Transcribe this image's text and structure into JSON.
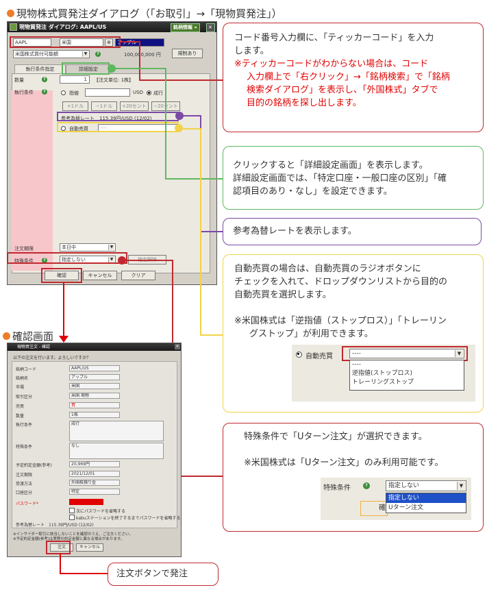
{
  "section1_title": "現物株式買発注ダイアログ（「お取引」→「現物買発注」）",
  "section2_title": "確認画面",
  "order_dialog": {
    "title": "現物買発注 ダイアログ: AAPL/US",
    "stock_info_button": "銘柄情報 »",
    "ticker_value": "AAPL",
    "market_value": "米国",
    "name_value": "アップル",
    "account_select": "米国株式買付可能額",
    "buying_power": "100,000,000 円",
    "regulation_button": "規制あり",
    "tab_exec": "執行条件指定",
    "tab_detail": "詳細設定",
    "qty_label": "数量",
    "qty_value": "1",
    "qty_unit": "【注文単位: 1株】",
    "exec_label": "執行条件",
    "limit_label": "指値",
    "usd_label": "USD",
    "market_label": "成行",
    "price_buttons": [
      "+1ドル",
      "−1ドル",
      "+20セント",
      "−20セント"
    ],
    "fx_rate": "参考為替レート　115.39円/USD (12/02)",
    "auto_trade_label": "自動売買",
    "auto_trade_value": "----",
    "period_label": "注文期限",
    "period_value": "本日中",
    "special_label": "特殊条件",
    "special_value": "指定しない",
    "clear_selection": "指定解除",
    "confirm_button": "確認",
    "cancel_button": "キャンセル",
    "clear_button": "クリア"
  },
  "confirm_dialog": {
    "title": "現物買注文 - 確認",
    "intro": "以下の注文を行います。よろしいですか？",
    "rows": [
      {
        "label": "銘柄コード",
        "value": "AAPL/US"
      },
      {
        "label": "銘柄名",
        "value": "アップル"
      },
      {
        "label": "市場",
        "value": "米国"
      },
      {
        "label": "取引区分",
        "value": "米国 現物"
      },
      {
        "label": "売買",
        "value": "買"
      },
      {
        "label": "数量",
        "value": "1株"
      },
      {
        "label": "執行条件",
        "value": "成行"
      },
      {
        "label": "特殊条件",
        "value": "なし"
      },
      {
        "label": "予定約定金額(参考)",
        "value": "20,969円"
      },
      {
        "label": "注文期限",
        "value": "2021/12/01"
      },
      {
        "label": "受渡方法",
        "value": "外国株預り金"
      },
      {
        "label": "口座区分",
        "value": "特定"
      }
    ],
    "password_label": "パスワード*",
    "chk1": "次にパスワードを省略する",
    "chk2": "kabuステーションを終了するまでパスワードを省略する",
    "fx_rate": "参考為替レート　115.39円/USD (12/02)",
    "note1": "※インサイダー取引に該当しないことを確認のうえ、ご注文ください。",
    "note2": "※予定約定金額(参考)は実際の約定金額と異なる場合があります。",
    "order_button": "注文",
    "cancel_button": "キャンセル"
  },
  "callout_ticker": {
    "line1": "コード番号入力欄に、「ティッカーコード」を入力",
    "line2": "します。",
    "red1": "※ティッカーコードがわからない場合は、コード",
    "red2": "入力欄上で「右クリック」→「銘柄検索」で「銘柄",
    "red3": "検索ダイアログ」を表示し、「外国株式」タブで",
    "red4": "目的の銘柄を探し出します。"
  },
  "callout_detail": {
    "line1": "クリックすると「詳細設定画面」を表示します。",
    "line2": "詳細設定画面では、「特定口座・一般口座の区別」「確",
    "line3": "認項目のあり・なし」を設定できます。"
  },
  "callout_fx": {
    "line1": "参考為替レートを表示します。"
  },
  "callout_auto": {
    "line1": "自動売買の場合は、自動売買のラジオボタンに",
    "line2": "チェックを入れて、ドロップダウンリストから目的の",
    "line3": "自動売買を選択します。",
    "note1": "※米国株式は「逆指値（ストップロス）」「トレーリン",
    "note2": "グストップ」が利用できます。",
    "example_label": "自動売買",
    "example_value": "----",
    "options": [
      "----",
      "逆指値(ストップロス)",
      "トレーリングストップ"
    ]
  },
  "callout_special": {
    "line1": "特殊条件で「Uターン注文」が選択できます。",
    "note1": "※米国株式は「Uターン注文」のみ利用可能です。",
    "example_label": "特殊条件",
    "example_value": "指定しない",
    "options": [
      "指定しない",
      "Uターン注文"
    ],
    "confirm_fragment": "確"
  },
  "callout_order": {
    "line1": "注文ボタンで発注"
  },
  "colors": {
    "red": "#c0282e",
    "green": "#5fb760",
    "purple": "#7b49a6",
    "yellow": "#f0d34a",
    "orange": "#ee7d2b"
  }
}
